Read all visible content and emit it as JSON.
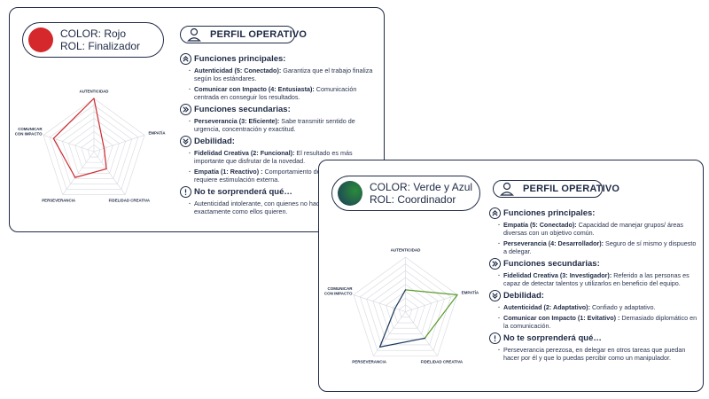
{
  "cards": [
    {
      "color_label": "COLOR: Rojo",
      "rol_label": "ROL: Finalizador",
      "swatch": "#d4282c",
      "line_color": "#cc2a2f",
      "profile_title": "PERFIL OPERATIVO",
      "radar": {
        "axes": [
          "AUTENTICIDAD",
          "EMPATÍA",
          "FIDELIDAD CREATIVA",
          "PERSEVERANCIA",
          "COMUNICAR CON IMPACTO"
        ],
        "values": [
          5,
          1,
          2,
          3,
          4
        ],
        "max": 5
      },
      "sections": [
        {
          "title": "Funciones principales:",
          "icon": "chevrons-up-icon",
          "items": [
            {
              "strong": "Autenticidad (5: Conectado):",
              "text": " Garantiza que el trabajo finaliza según los estándares."
            },
            {
              "strong": "Comunicar con Impacto (4: Entusiasta):",
              "text": "  Comunicación centrada en conseguir los resultados."
            }
          ]
        },
        {
          "title": "Funciones secundarias:",
          "icon": "chevrons-right-icon",
          "items": [
            {
              "strong": "Perseverancia (3: Eficiente):",
              "text": " Sabe transmitir sentido de urgencia, concentración y exactitud."
            }
          ]
        },
        {
          "title": "Debilidad:",
          "icon": "chevrons-down-icon",
          "items": [
            {
              "strong": "Fidelidad Creativa (2: Funcional):",
              "text": " El resultado es más importante que disfrutar de la novedad."
            },
            {
              "strong": "Empatía (1: Reactivo) :",
              "text": " Comportamiento desconectado, requiere estimulación externa."
            }
          ]
        },
        {
          "title": "No te sorprenderá qué…",
          "icon": "exclamation-icon",
          "items": [
            {
              "strong": "",
              "text": "Autenticidad intolerante, con quienes no hacen las cosas exactamente como ellos quieren."
            }
          ]
        }
      ]
    },
    {
      "color_label": "COLOR: Verde y Azul",
      "rol_label": "ROL: Coordinador",
      "swatch_from": "#2a8a3a",
      "swatch_to": "#1d3a5c",
      "line_color_a": "#1d3a5c",
      "line_color_b": "#5a9c2c",
      "profile_title": "PERFIL OPERATIVO",
      "radar": {
        "axes": [
          "AUTENTICIDAD",
          "EMPATÍA",
          "FIDELIDAD CREATIVA",
          "PERSEVERANCIA",
          "COMUNICAR CON IMPACTO"
        ],
        "values": [
          2,
          5,
          3,
          4,
          1
        ],
        "max": 5
      },
      "sections": [
        {
          "title": "Funciones principales:",
          "icon": "chevrons-up-icon",
          "items": [
            {
              "strong": "Empatía (5: Conectado):",
              "text": " Capacidad de manejar grupos/ áreas diversas con un objetivo común."
            },
            {
              "strong": "Perseverancia (4: Desarrollador):",
              "text": " Seguro de sí mismo y dispuesto a delegar."
            }
          ]
        },
        {
          "title": "Funciones secundarias:",
          "icon": "chevrons-right-icon",
          "items": [
            {
              "strong": "Fidelidad Creativa (3: Investigador):",
              "text": " Referido a las personas es capaz de detectar talentos y utilizarlos en beneficio del equipo."
            }
          ]
        },
        {
          "title": "Debilidad:",
          "icon": "chevrons-down-icon",
          "items": [
            {
              "strong": "Autenticidad (2: Adaptativo):",
              "text": " Confiado y adaptativo."
            },
            {
              "strong": "Comunicar con Impacto (1: Evitativo) :",
              "text": " Demasiado diplomático en la comunicación."
            }
          ]
        },
        {
          "title": "No te sorprenderá qué…",
          "icon": "exclamation-icon",
          "items": [
            {
              "strong": "",
              "text": "Perseverancia perezosa, en delegar en otros tareas que puedan hacer por él y que lo puedas percibir como un manipulador."
            }
          ]
        }
      ]
    }
  ]
}
